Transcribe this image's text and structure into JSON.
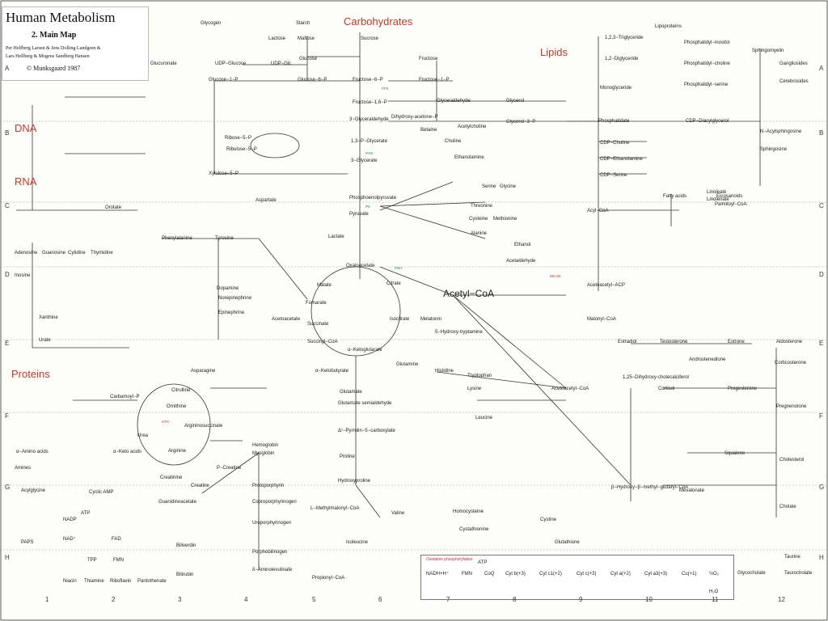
{
  "title": {
    "main": "Human Metabolism",
    "sub": "2. Main Map",
    "authors1": "Per Helfberg Larsen & Jens Dolling Lundgren &",
    "authors2": "Lars Hellberg & Mogens Sandberg Hansen",
    "copyright": "© Munksgaard 1987"
  },
  "sections": {
    "carbohydrates": "Carbohydrates",
    "lipids": "Lipids",
    "dna": "DNA",
    "rna": "RNA",
    "proteins": "Proteins"
  },
  "center": {
    "acetylcoa": "Acetyl−CoA"
  },
  "metabolites": {
    "glycogen": "Glycogen",
    "starch": "Starch",
    "lactose": "Lactose",
    "maltose": "Maltose",
    "sucrose": "Sucrose",
    "glucose": "Glucose",
    "udp_glc": "UDP−Glc",
    "udp_glucose": "UDP−Glucose",
    "glucose1p": "Glucose−1−P",
    "glucose6p": "Glucose−6−P",
    "fructose": "Fructose",
    "fructose6p": "Fructose−6−P",
    "fructose1p": "Fructose−1−P",
    "fructose16p": "Fructose−1,6−P",
    "glyceraldehyde": "Glyceraldehyde",
    "glycerol": "Glycerol",
    "glycerol3p": "Glycerol−3−P",
    "dhap": "Dihydroxy-acetone−P",
    "gap": "3−Glyceraldehyde",
    "bpg": "1,3−P−Glycerate",
    "pg3": "3−Glycerate",
    "pep": "Phosphoenolpyruvate",
    "pyruvate": "Pyruvate",
    "lactate": "Lactate",
    "oxaloacetate": "Oxaloacetate",
    "citrate": "Citrate",
    "isocitrate": "Isocitrate",
    "akg": "α−Ketoglutarate",
    "succinylcoa": "Succinyl−CoA",
    "succinate": "Succinate",
    "fumarate": "Fumarate",
    "malate": "Malate",
    "glutamate": "Glutamate",
    "glutamine": "Glutamine",
    "aspartate": "Aspartate",
    "asparagine": "Asparagine",
    "alanine": "Alanine",
    "serine": "Serine",
    "glycine": "Glycine",
    "cysteine": "Cysteine",
    "methionine": "Methionine",
    "threonine": "Threonine",
    "tyrosine": "Tyrosine",
    "phenylalanine": "Phenylalanine",
    "tryptophan": "Tryptophan",
    "histidine": "Histidine",
    "lysine": "Lysine",
    "proline": "Proline",
    "arginine": "Arginine",
    "ornithine": "Ornithine",
    "citrulline": "Citrulline",
    "urea": "Urea",
    "creatine": "Creatine",
    "creatinine": "Creatinine",
    "acetoacetate": "Acetoacetate",
    "acetylcholine": "Acetylcholine",
    "choline": "Choline",
    "ethanolamine": "Ethanolamine",
    "betaine": "Betaine",
    "phosphatidate": "Phosphatidate",
    "triglyceride": "1,2,3−Triglyceride",
    "diglyceride": "1,2−Diglyceride",
    "monoglyceride": "Monoglyceride",
    "lipoproteins": "Lipoproteins",
    "fattyacids": "Fatty acids",
    "acylcoa": "Acyl−CoA",
    "malonylcoa": "Malonyl−CoA",
    "acetoacetylacp": "Acetoacetyl−ACP",
    "palmitoylcoa": "Palmitoyl−CoA",
    "sphingomyelin": "Sphingomyelin",
    "sphingosine": "Sphingosine",
    "eicosanoids": "Eicosanoids",
    "linoleate": "Linoleate",
    "linolenate": "Linolenate",
    "cholesterol": "Cholesterol",
    "squalene": "Squalene",
    "mevalonate": "Mevalonate",
    "estradiol": "Estradiol",
    "testosterone": "Testosterone",
    "estrone": "Estrone",
    "androstenedione": "Androstenedione",
    "progesterone": "Progesterone",
    "cortisol": "Cortisol",
    "aldosterone": "Aldosterone",
    "corticosterone": "Corticosterone",
    "pregnenolone": "Pregnenolone",
    "cholate": "Cholate",
    "taurine": "Taurine",
    "glycocholate": "Glycocholate",
    "taurocholate": "Taurocholate",
    "bilirubin": "Bilirubin",
    "biliverdin": "Biliverdin",
    "hemoglobin": "Hemoglobin",
    "myoglobin": "Myoglobin",
    "protoporphyrin": "Protoporphyrin",
    "coproporphyrinogen": "Coproporphyrinogen",
    "uroporphyrinogen": "Uroporphyrinogen",
    "porphobilinogen": "Porphobilinogen",
    "aminolevulinate": "δ−Aminolevulinate",
    "ribose5p": "Ribose−5−P",
    "ribulose5p": "Ribulose−5−P",
    "xylulose5p": "Xylulose−5−P",
    "glucuronate": "Glucuronate",
    "adenosine": "Adenosine",
    "guanosine": "Guanosine",
    "cytidine": "Cytidine",
    "thymidine": "Thymidine",
    "inosine": "Inosine",
    "xanthine": "Xanthine",
    "urate": "Urate",
    "orotate": "Orotate",
    "carbamoylp": "Carbamoyl−P",
    "acetaldehyde": "Acetaldehyde",
    "ethanol": "Ethanol",
    "melatonin": "Melatonin",
    "serotonin": "5−Hydroxy-tryptamine",
    "dopamine": "Dopamine",
    "norepinephrine": "Norepinephrine",
    "epinephrine": "Epinephrine",
    "homocysteine": "Homocysteine",
    "cystathionine": "Cystathionine",
    "cystine": "Cystine",
    "glutathione": "Glutathione",
    "nad": "NAD⁺",
    "nadp": "NADP",
    "fad": "FAD",
    "fmn": "FMN",
    "atp": "ATP",
    "camp": "Cyclic AMP",
    "paps": "PAPS",
    "tpp": "TPP",
    "thiamine": "Thiamine",
    "riboflavin": "Riboflavin",
    "pantothenate": "Pantothenate",
    "niacin": "Niacin",
    "glutamate_sa": "Glutamate semialdehyde",
    "pyrroline": "Δ¹−Pyrrolin−5−carboxylate",
    "hydroxyproline": "Hydroxyproline",
    "valine": "Valine",
    "leucine": "Leucine",
    "isoleucine": "Isoleucine",
    "propionylcoa": "Propionyl−CoA",
    "methylmalonylcoa": "L−Methylmalonyl−CoA",
    "ketobutyrate": "α−Ketobutyrate",
    "hmgcoa": "β−Hydroxy−β−methyl−glutaryl−CoA",
    "acetoacetylcoa": "Acetoacetyl−CoA",
    "phosphocreatine": "P−Creatine",
    "guanidinoacetate": "Guanidinoacetate",
    "argininosuccinate": "Argininosuccinate",
    "aminoacids": "α−Amino acids",
    "ketoacids": "α−Keto acids",
    "amines": "Amines",
    "acylglycine": "Acylglycine",
    "phosphatidylserine": "Phosphatidyl−serine",
    "phosphatidylcholine": "Phosphatidyl−choline",
    "phosphatidylinositol": "Phosphatidyl−inositol",
    "cdpcholine": "CDP−Choline",
    "cdpethanolamine": "CDP−Ethanolamine",
    "cdpserine": "CDP−Serine",
    "cdpdag": "CDP−Diacylglycerol",
    "gangliosides": "Gangliosides",
    "cerebrosides": "Cerebrosides",
    "ceramide": "N−Acylsphingosine",
    "vitd": "1,25−Dihydroxy-cholecalciferol"
  },
  "etc": {
    "title": "Oxidative phosphorylation",
    "nadh": "NADH+H⁺",
    "fmn": "FMN",
    "coq": "CoQ",
    "cytb": "Cyt b(+3)",
    "cytc1": "Cyt c1(+2)",
    "cytc": "Cyt c(+3)",
    "cyta": "Cyt a(+2)",
    "cyta3": "Cyt a3(+3)",
    "cu": "Cu(+1)",
    "o2": "½O₂",
    "h2o": "H₂O",
    "atp": "ATP"
  },
  "grid": {
    "cols": [
      "1",
      "2",
      "3",
      "4",
      "5",
      "6",
      "7",
      "8",
      "9",
      "10",
      "11",
      "12"
    ],
    "rows": [
      "A",
      "B",
      "C",
      "D",
      "E",
      "F",
      "G",
      "H"
    ]
  },
  "colors": {
    "heading": "#c0392b",
    "enzyme": "#2e8b3a",
    "disease": "#b5332e",
    "line": "#333333"
  }
}
